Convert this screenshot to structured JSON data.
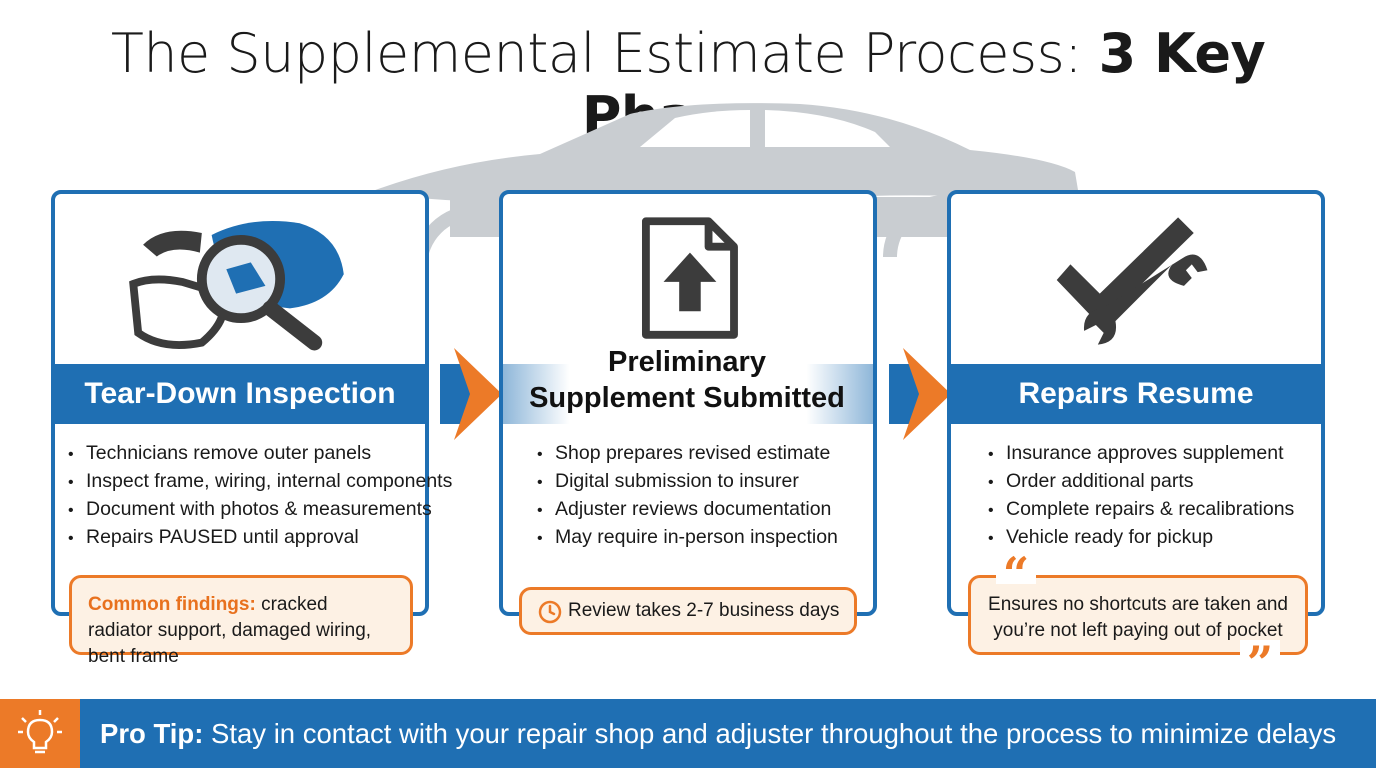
{
  "title": {
    "normal": "The Supplemental Estimate Process: ",
    "bold": "3 Key Phases"
  },
  "phases": [
    {
      "heading": "Tear-Down Inspection",
      "icon": "car-parts-magnifier-icon",
      "bullets": [
        "Technicians remove outer panels",
        "Inspect frame, wiring, internal components",
        "Document with photos & measurements",
        "Repairs PAUSED until approval"
      ],
      "callout": {
        "label": "Common findings:",
        "text": " cracked radiator support, damaged wiring, bent frame"
      }
    },
    {
      "heading_line1": "Preliminary",
      "heading_line2": "Supplement Submitted",
      "icon": "document-upload-icon",
      "bullets": [
        "Shop prepares revised estimate",
        "Digital submission to insurer",
        "Adjuster reviews documentation",
        "May require in-person inspection"
      ],
      "callout": {
        "icon": "clock-icon",
        "text": "Review takes 2-7 business days"
      }
    },
    {
      "heading": "Repairs Resume",
      "icon": "check-wrench-icon",
      "bullets": [
        "Insurance approves supplement",
        "Order additional parts",
        "Complete repairs & recalibrations",
        "Vehicle ready for pickup"
      ],
      "callout": {
        "icon": "quote-icon",
        "line1": "Ensures no shortcuts are taken and",
        "line2": "you’re not left paying out of pocket"
      }
    }
  ],
  "footer": {
    "icon": "lightbulb-icon",
    "label": "Pro Tip:",
    "text": " Stay in contact with your repair shop and adjuster throughout the process to minimize delays"
  },
  "colors": {
    "primary": "#1f6fb3",
    "accent": "#ec7a28",
    "callout_bg": "#fdf1e4",
    "icon": "#3c3c3c"
  }
}
